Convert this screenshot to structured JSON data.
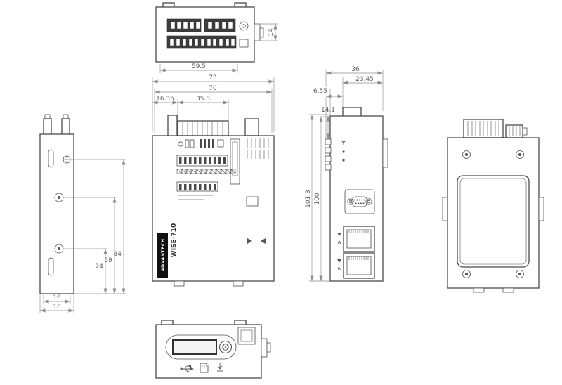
{
  "product": {
    "brand": "ADVANTECH",
    "model": "WISE-710"
  },
  "dimensions": {
    "top_view": {
      "width": "59.5",
      "height": "14"
    },
    "front_view": {
      "overall_width": "73",
      "body_width": "70",
      "left_offset": "16.35",
      "terminal_width": "35.8"
    },
    "side_view": {
      "overall_depth": "36",
      "rear_depth": "23.45",
      "front_offset": "6.55",
      "top_offset": "14.1",
      "overall_height": "101.3",
      "body_height": "100"
    },
    "left_view": {
      "hole_offset_1": "24",
      "hole_offset_2": "59",
      "hole_offset_3": "84",
      "inner_width": "16",
      "overall_width": "18"
    }
  },
  "labels": {
    "port_a": "A",
    "port_b": "B"
  }
}
